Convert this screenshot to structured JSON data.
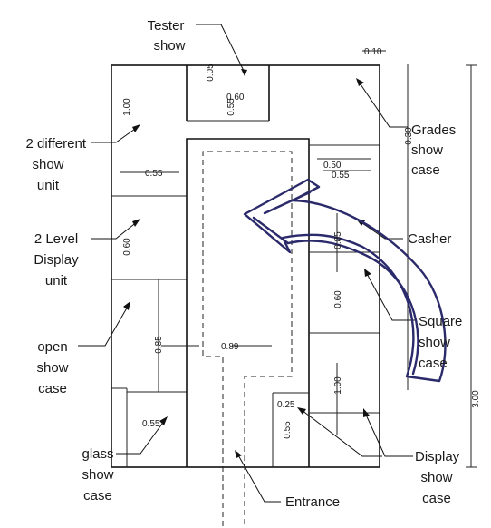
{
  "labels": {
    "tester_1": "Tester",
    "tester_2": "show",
    "grades_1": "Grades",
    "grades_2": "show",
    "grades_3": "case",
    "diff_1": "2 different",
    "diff_2": "show",
    "diff_3": "unit",
    "level_1": "2 Level",
    "level_2": "Display",
    "level_3": "unit",
    "open_1": "open",
    "open_2": "show",
    "open_3": "case",
    "casher": "Casher",
    "square_1": "Square",
    "square_2": "show",
    "square_3": "case",
    "glass_1": "glass",
    "glass_2": "show",
    "glass_3": "case",
    "display_1": "Display",
    "display_2": "show",
    "display_3": "case",
    "entrance": "Entrance"
  },
  "dimensions": {
    "d_010": "0.10",
    "d_005": "0.05",
    "d_060_top": "0.60",
    "d_055_tester": "0.55",
    "d_100_left": "1.00",
    "d_055_left": "0.55",
    "d_050": "0.50",
    "d_055_right": "0.55",
    "d_030": "0.30",
    "d_060_left": "0.60",
    "d_085_left": "0.85",
    "d_089": "0.89",
    "d_085_right": "0.85",
    "d_060_right": "0.60",
    "d_100_right": "1.00",
    "d_025": "0.25",
    "d_055_disp": "0.55",
    "d_055_glass": "0.55",
    "d_300": "3.00"
  }
}
